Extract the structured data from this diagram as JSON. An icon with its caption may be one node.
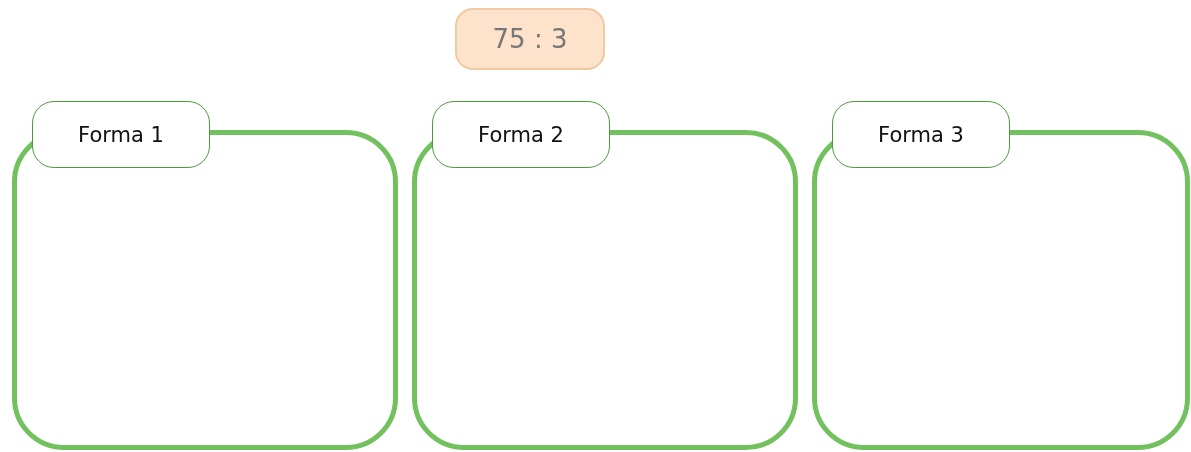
{
  "diagram": {
    "nodes": [
      {
        "text": [
          "75 : 3"
        ]
      },
      {
        "text": [
          "Forma 1"
        ]
      },
      {
        "text": [
          "Forma 2"
        ]
      },
      {
        "text": [
          "Forma 3"
        ]
      }
    ],
    "edges": []
  }
}
